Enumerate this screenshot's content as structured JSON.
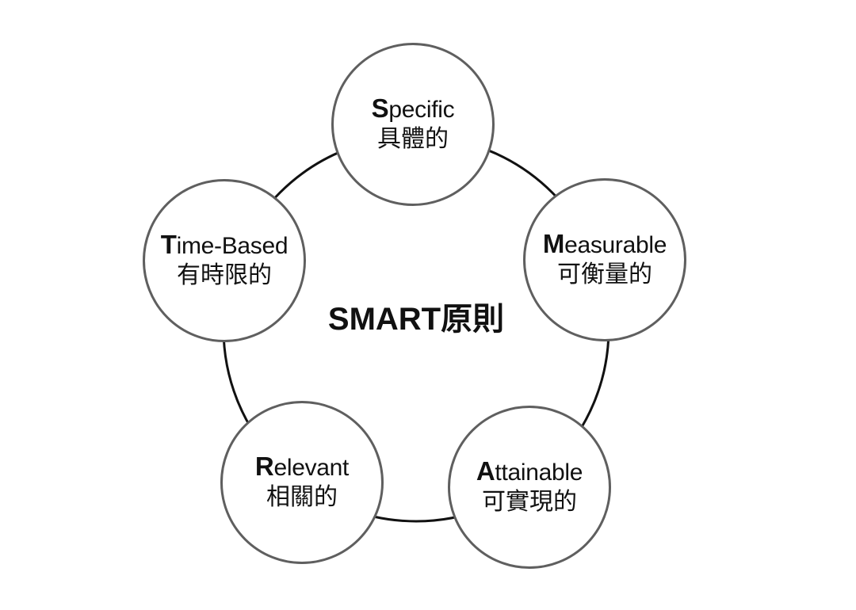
{
  "center": {
    "title": "SMART原則"
  },
  "nodes": {
    "specific": {
      "initial": "S",
      "rest": "pecific",
      "zh": "具體的"
    },
    "measurable": {
      "initial": "M",
      "rest": "easurable",
      "zh": "可衡量的"
    },
    "attainable": {
      "initial": "A",
      "rest": "ttainable",
      "zh": "可實現的"
    },
    "relevant": {
      "initial": "R",
      "rest": "elevant",
      "zh": "相關的"
    },
    "timebased": {
      "initial": "T",
      "rest": "ime-Based",
      "zh": "有時限的"
    }
  },
  "colors": {
    "ring": "#111111",
    "node_border": "#5f5f5f",
    "text": "#111111"
  }
}
